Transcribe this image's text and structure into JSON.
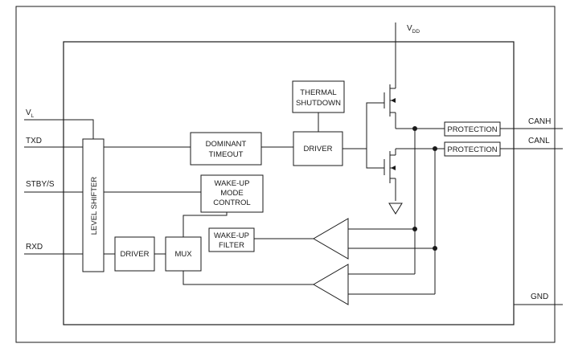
{
  "pins": {
    "vl": {
      "main": "V",
      "sub": "L"
    },
    "txd": "TXD",
    "stby": "STBY/S",
    "rxd": "RXD",
    "vdd": {
      "main": "V",
      "sub": "DD"
    },
    "canh": "CANH",
    "canl": "CANL",
    "gnd": "GND"
  },
  "blocks": {
    "level_shifter": "LEVEL SHIFTER",
    "dominant_timeout": [
      "DOMINANT",
      "TIMEOUT"
    ],
    "thermal_shutdown": [
      "THERMAL",
      "SHUTDOWN"
    ],
    "driver_tx": "DRIVER",
    "wake_up_mode_control": [
      "WAKE-UP",
      "MODE",
      "CONTROL"
    ],
    "wake_up_filter": [
      "WAKE-UP",
      "FILTER"
    ],
    "driver_rx": "DRIVER",
    "mux": "MUX",
    "protection_canh": "PROTECTION",
    "protection_canl": "PROTECTION"
  }
}
